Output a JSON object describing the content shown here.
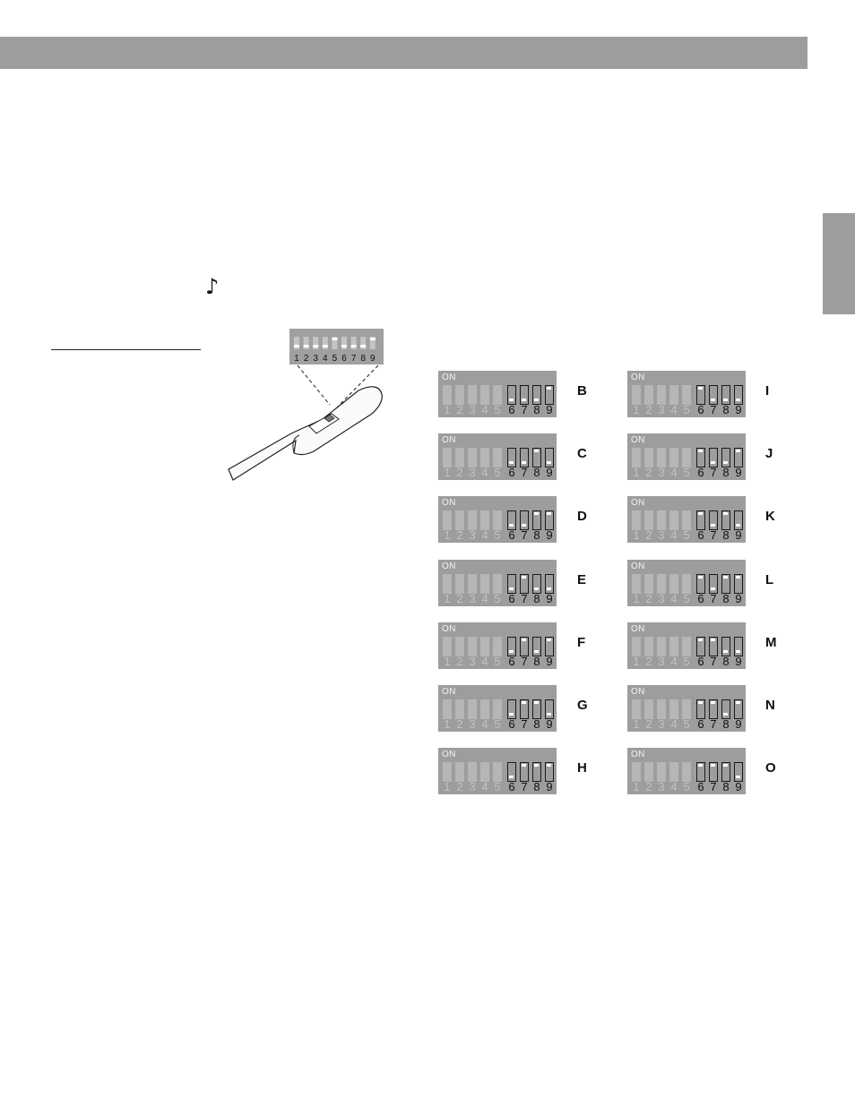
{
  "header": {},
  "side_tab": {},
  "note_icon": "♪",
  "remote_figure": {
    "switch_numbers": [
      "1",
      "2",
      "3",
      "4",
      "5",
      "6",
      "7",
      "8",
      "9"
    ]
  },
  "switch_label": "ON",
  "switch_numbers": [
    "1",
    "2",
    "3",
    "4",
    "5",
    "6",
    "7",
    "8",
    "9"
  ],
  "settings": [
    {
      "letter": "B",
      "positions": [
        0,
        0,
        0,
        1
      ]
    },
    {
      "letter": "C",
      "positions": [
        0,
        0,
        1,
        0
      ]
    },
    {
      "letter": "D",
      "positions": [
        0,
        0,
        1,
        1
      ]
    },
    {
      "letter": "E",
      "positions": [
        0,
        1,
        0,
        0
      ]
    },
    {
      "letter": "F",
      "positions": [
        0,
        1,
        0,
        1
      ]
    },
    {
      "letter": "G",
      "positions": [
        0,
        1,
        1,
        0
      ]
    },
    {
      "letter": "H",
      "positions": [
        0,
        1,
        1,
        1
      ]
    },
    {
      "letter": "I",
      "positions": [
        1,
        0,
        0,
        0
      ]
    },
    {
      "letter": "J",
      "positions": [
        1,
        0,
        0,
        1
      ]
    },
    {
      "letter": "K",
      "positions": [
        1,
        0,
        1,
        0
      ]
    },
    {
      "letter": "L",
      "positions": [
        1,
        0,
        1,
        1
      ]
    },
    {
      "letter": "M",
      "positions": [
        1,
        1,
        0,
        0
      ]
    },
    {
      "letter": "N",
      "positions": [
        1,
        1,
        0,
        1
      ]
    },
    {
      "letter": "O",
      "positions": [
        1,
        1,
        1,
        0
      ]
    }
  ]
}
